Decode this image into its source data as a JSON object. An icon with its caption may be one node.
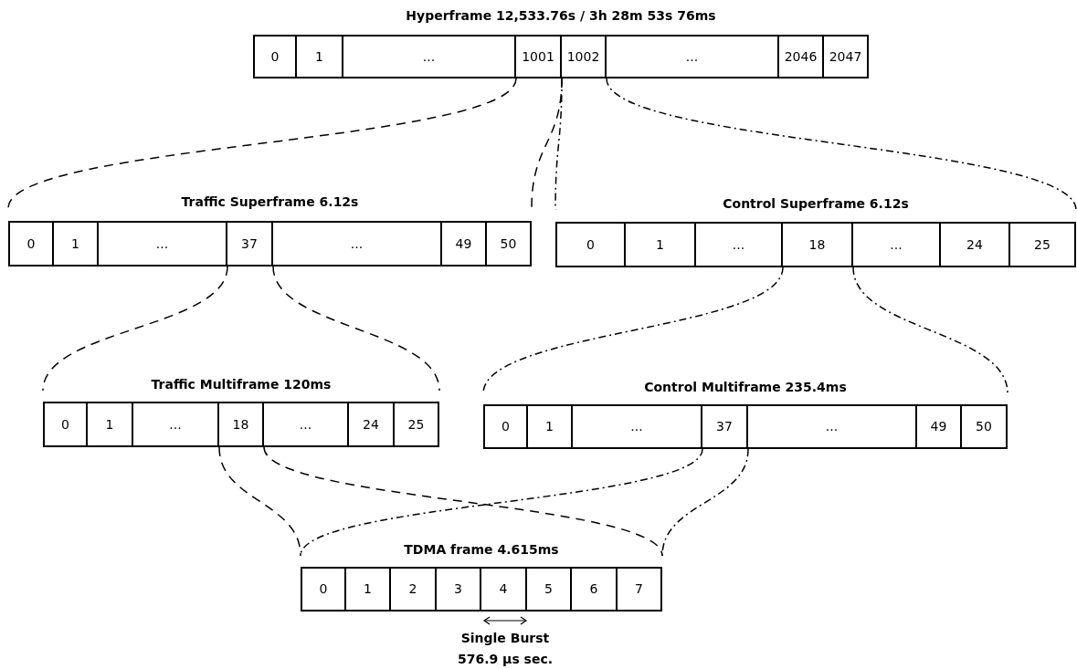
{
  "diagram": {
    "nodes": [
      {
        "text": [
          "Hyperframe 12,533.76s / 3h 28m 53s 76ms"
        ]
      },
      {
        "text": [
          "0"
        ],
        "in": 0
      },
      {
        "text": [
          "1"
        ],
        "in": 0
      },
      {
        "text": [
          "..."
        ],
        "in": 0
      },
      {
        "text": [
          "1001"
        ],
        "in": 0
      },
      {
        "text": [
          "1002"
        ],
        "in": 0
      },
      {
        "text": [
          "..."
        ],
        "in": 0
      },
      {
        "text": [
          "2046"
        ],
        "in": 0
      },
      {
        "text": [
          "2047"
        ],
        "in": 0
      },
      {
        "text": [
          "Traffic Superframe 6.12s"
        ]
      },
      {
        "text": [
          "0"
        ],
        "in": 9
      },
      {
        "text": [
          "1"
        ],
        "in": 9
      },
      {
        "text": [
          "..."
        ],
        "in": 9
      },
      {
        "text": [
          "37"
        ],
        "in": 9
      },
      {
        "text": [
          "..."
        ],
        "in": 9
      },
      {
        "text": [
          "49"
        ],
        "in": 9
      },
      {
        "text": [
          "50"
        ],
        "in": 9
      },
      {
        "text": [
          "Control Superframe 6.12s"
        ]
      },
      {
        "text": [
          "0"
        ],
        "in": 17
      },
      {
        "text": [
          "1"
        ],
        "in": 17
      },
      {
        "text": [
          "..."
        ],
        "in": 17
      },
      {
        "text": [
          "18"
        ],
        "in": 17
      },
      {
        "text": [
          "..."
        ],
        "in": 17
      },
      {
        "text": [
          "24"
        ],
        "in": 17
      },
      {
        "text": [
          "25"
        ],
        "in": 17
      },
      {
        "text": [
          "Traffic Multiframe 120ms"
        ]
      },
      {
        "text": [
          "0"
        ],
        "in": 25
      },
      {
        "text": [
          "1"
        ],
        "in": 25
      },
      {
        "text": [
          "..."
        ],
        "in": 25
      },
      {
        "text": [
          "18"
        ],
        "in": 25
      },
      {
        "text": [
          "..."
        ],
        "in": 25
      },
      {
        "text": [
          "24"
        ],
        "in": 25
      },
      {
        "text": [
          "25"
        ],
        "in": 25
      },
      {
        "text": [
          "Control Multiframe 235.4ms"
        ]
      },
      {
        "text": [
          "0"
        ],
        "in": 33
      },
      {
        "text": [
          "1"
        ],
        "in": 33
      },
      {
        "text": [
          "..."
        ],
        "in": 33
      },
      {
        "text": [
          "37"
        ],
        "in": 33
      },
      {
        "text": [
          "..."
        ],
        "in": 33
      },
      {
        "text": [
          "49"
        ],
        "in": 33
      },
      {
        "text": [
          "50"
        ],
        "in": 33
      },
      {
        "text": [
          "TDMA frame 4.615ms"
        ]
      },
      {
        "text": [
          "0"
        ],
        "in": 41
      },
      {
        "text": [
          "1"
        ],
        "in": 41
      },
      {
        "text": [
          "2"
        ],
        "in": 41
      },
      {
        "text": [
          "3"
        ],
        "in": 41
      },
      {
        "text": [
          "4"
        ],
        "in": 41
      },
      {
        "text": [
          "5"
        ],
        "in": 41
      },
      {
        "text": [
          "6"
        ],
        "in": 41
      },
      {
        "text": [
          "7"
        ],
        "in": 41
      }
    ],
    "edges": [
      {
        "from": 4,
        "to": 9,
        "arrow": "none",
        "style": "dashed"
      },
      {
        "from": 4,
        "to": 9,
        "arrow": "none",
        "style": "dashed"
      },
      {
        "from": 5,
        "to": 17,
        "arrow": "none",
        "style": "dashed"
      },
      {
        "from": 5,
        "to": 17,
        "arrow": "none",
        "style": "dashed"
      },
      {
        "from": 13,
        "to": 25,
        "arrow": "none",
        "style": "dashed"
      },
      {
        "from": 13,
        "to": 25,
        "arrow": "none",
        "style": "dashed"
      },
      {
        "from": 21,
        "to": 33,
        "arrow": "none",
        "style": "dashed"
      },
      {
        "from": 21,
        "to": 33,
        "arrow": "none",
        "style": "dashed"
      },
      {
        "from": 29,
        "to": 41,
        "arrow": "none",
        "style": "dashed"
      },
      {
        "from": 29,
        "to": 41,
        "arrow": "none",
        "style": "dashed"
      },
      {
        "from": 37,
        "to": 41,
        "arrow": "none",
        "style": "dashed"
      },
      {
        "from": 37,
        "to": 41,
        "arrow": "none",
        "style": "dashed"
      }
    ],
    "labels": [
      "Single Burst 576.9 µs sec."
    ]
  }
}
